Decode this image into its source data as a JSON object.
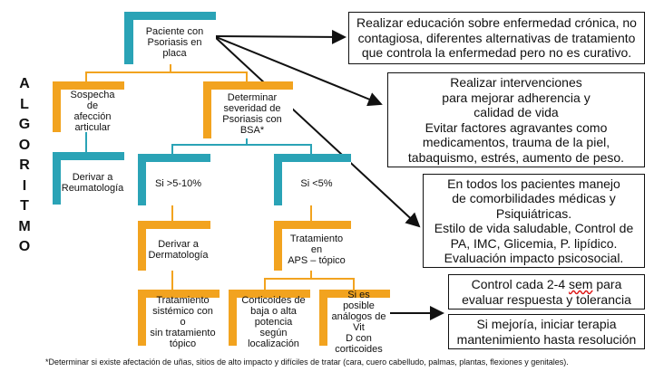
{
  "side_title": [
    "A",
    "L",
    "G",
    "O",
    "R",
    "I",
    "T",
    "M",
    "O"
  ],
  "nodes": {
    "root": "Paciente con\nPsoriasis en\nplaca",
    "artic": "Sospecha de\nafección\narticular",
    "bsa": "Determinar\nseveridad de\nPsoriasis con\nBSA*",
    "reuma": "Derivar a\nReumatología",
    "gt": "Si >5-10%",
    "lt": "Si <5%",
    "derma": "Derivar a\nDermatología",
    "aps": "Tratamiento en\nAPS – tópico",
    "sist": "Tratamiento\nsistémico con o\nsin tratamiento\ntópico",
    "cort": "Corticoides de\nbaja o alta\npotencia según\nlocalización",
    "vitd": "Si es posible\nanálogos de Vit\nD con\ncorticoides"
  },
  "boxes": {
    "edu": "Realizar educación sobre enfermedad crónica, no\ncontagiosa, diferentes alternativas de tratamiento\nque controla la enfermedad pero no es curativo.",
    "adher": "Realizar intervenciones\npara mejorar adherencia y\ncalidad de vida\nEvitar factores agravantes como\nmedicamentos, trauma de la piel,\ntabaquismo, estrés, aumento de peso.",
    "comorb": "En todos los pacientes manejo\nde comorbilidades médicas y\nPsiquiátricas.\nEstilo de vida saludable, Control de\nPA, IMC, Glicemia, P. lipídico.\nEvaluación impacto psicosocial.",
    "control_a": "Control cada 2-4 ",
    "control_sem": "sem",
    "control_b": " para\nevaluar respuesta y tolerancia",
    "mejora": "Si mejoría, iniciar terapia\nmantenimiento hasta resolución"
  },
  "footnote": "*Determinar si existe afectación de uñas, sitios de alto impacto y difíciles de tratar (cara, cuero cabelludo, palmas, plantas, flexiones y genitales).",
  "colors": {
    "teal": "#2aa3b6",
    "orange": "#f2a31f"
  }
}
